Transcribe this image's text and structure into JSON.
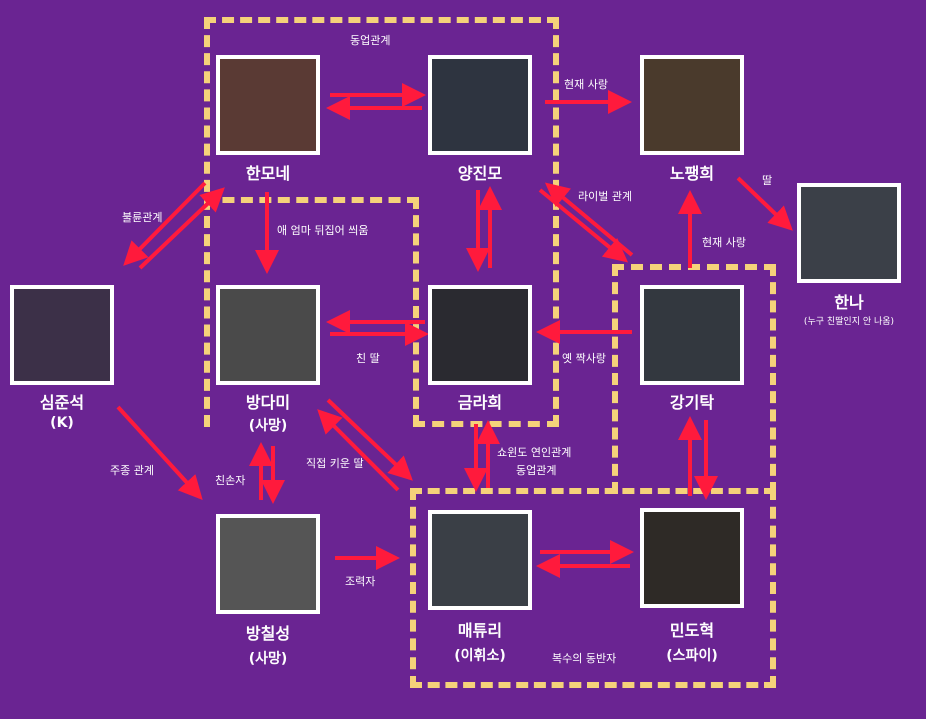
{
  "colors": {
    "background": "#6a2492",
    "arrow": "#ff1a3c",
    "zone_border": "#f5d27a"
  },
  "nodes": {
    "hanmone": {
      "name": "한모네"
    },
    "yangjinmo": {
      "name": "양진모"
    },
    "nopaenghui": {
      "name": "노팽희"
    },
    "hanna": {
      "name": "한나",
      "note": "(누구 친딸인지 안 나옴)"
    },
    "simjunseok": {
      "name": "심준석",
      "sub": "(K)"
    },
    "bangdami": {
      "name": "방다미",
      "sub": "(사망)"
    },
    "geumrahui": {
      "name": "금라희"
    },
    "ganggitak": {
      "name": "강기탁"
    },
    "bangchilseong": {
      "name": "방칠성",
      "sub": "(사망)"
    },
    "maetyuri": {
      "name": "매튜리",
      "sub": "(이휘소)"
    },
    "mindohyeok": {
      "name": "민도혁",
      "sub": "(스파이)"
    }
  },
  "relations": {
    "business_top": "동업관계",
    "current_love_1": "현재 사랑",
    "daughter_hanna": "딸",
    "affair": "불륜관계",
    "mom_switched_fight": "애 엄마 뒤집어 씌움",
    "rival": "라이벌 관계",
    "current_love_2": "현재 사랑",
    "real_daughter": "친 딸",
    "ex_lover": "옛 짝사랑",
    "master_servant": "주종 관계",
    "grandchild": "친손자",
    "raised_daughter": "직접 키운 딸",
    "showbiz_couple": "쇼윈도 연인관계",
    "business_bottom": "동업관계",
    "helper": "조력자",
    "revenge_partner": "복수의 동반자"
  }
}
